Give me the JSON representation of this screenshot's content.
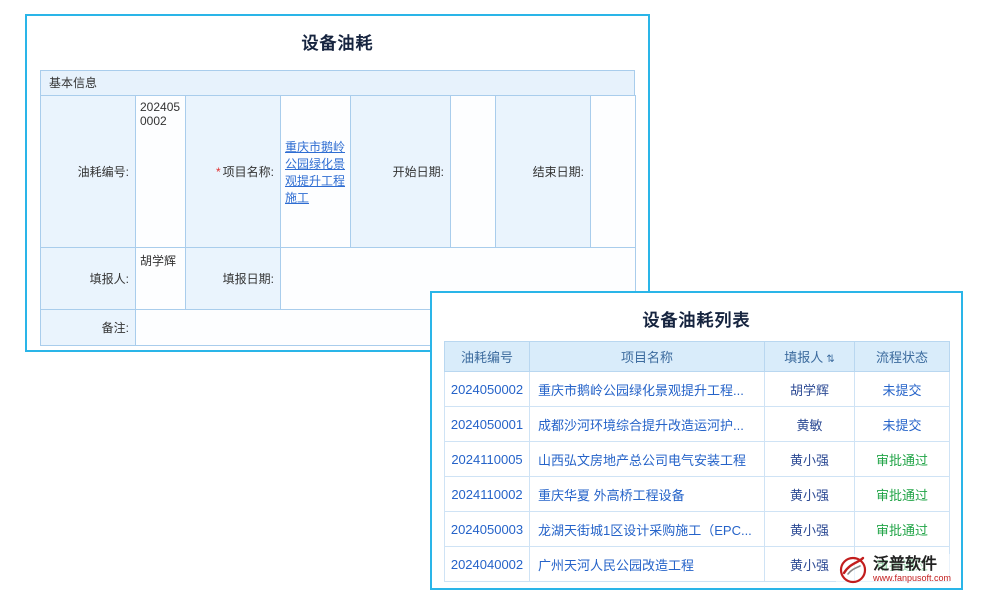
{
  "form": {
    "title": "设备油耗",
    "section": "基本信息",
    "fields": {
      "fuel_no_label": "油耗编号:",
      "fuel_no_value": "2024050002",
      "project_required_mark": "*",
      "project_label": "项目名称:",
      "project_value": "重庆市鹅岭公园绿化景观提升工程施工",
      "start_date_label": "开始日期:",
      "start_date_value": "",
      "end_date_label": "结束日期:",
      "end_date_value": "",
      "filler_label": "填报人:",
      "filler_value": "胡学辉",
      "fill_date_label": "填报日期:",
      "fill_date_value": "",
      "remark_label": "备注:",
      "remark_value": ""
    }
  },
  "list": {
    "title": "设备油耗列表",
    "columns": [
      "油耗编号",
      "项目名称",
      "填报人",
      "流程状态"
    ],
    "sort_icon": "⇅",
    "rows": [
      {
        "no": "2024050002",
        "project": "重庆市鹅岭公园绿化景观提升工程...",
        "person": "胡学辉",
        "status": "未提交",
        "status_type": "pending"
      },
      {
        "no": "2024050001",
        "project": "成都沙河环境综合提升改造运河护...",
        "person": "黄敏",
        "status": "未提交",
        "status_type": "pending"
      },
      {
        "no": "2024110005",
        "project": "山西弘文房地产总公司电气安装工程",
        "person": "黄小强",
        "status": "审批通过",
        "status_type": "approved"
      },
      {
        "no": "2024110002",
        "project": "重庆华夏 外高桥工程设备",
        "person": "黄小强",
        "status": "审批通过",
        "status_type": "approved"
      },
      {
        "no": "2024050003",
        "project": "龙湖天街城1区设计采购施工（EPC...",
        "person": "黄小强",
        "status": "审批通过",
        "status_type": "approved"
      },
      {
        "no": "2024040002",
        "project": "广州天河人民公园改造工程",
        "person": "黄小强",
        "status": "审批通过",
        "status_type": "approved"
      }
    ]
  },
  "watermark": {
    "brand": "泛普软件",
    "url": "www.fanpusoft.com"
  },
  "colors": {
    "panel_border": "#2ab5e8",
    "header_bg": "#d9ecfa",
    "link": "#2563c9",
    "status_pending": "#2563c9",
    "status_approved": "#21a447",
    "brand_red": "#c21d1d"
  }
}
